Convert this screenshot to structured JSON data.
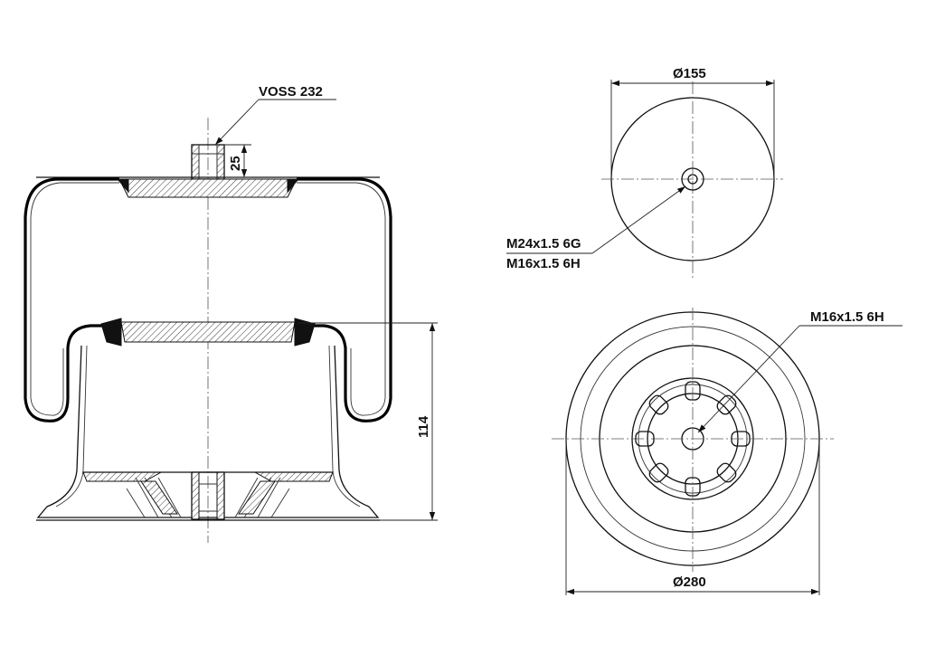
{
  "labels": {
    "thread_top": "VOSS 232",
    "height_top": "25",
    "height_piston": "114",
    "diameter_top": "Ø155",
    "thread_plate_1": "M24x1.5 6G",
    "thread_plate_2": "M16x1.5 6H",
    "thread_piston": "M16x1.5 6H",
    "diameter_piston": "Ø280"
  },
  "colors": {
    "line": "#111111",
    "background": "#ffffff"
  }
}
